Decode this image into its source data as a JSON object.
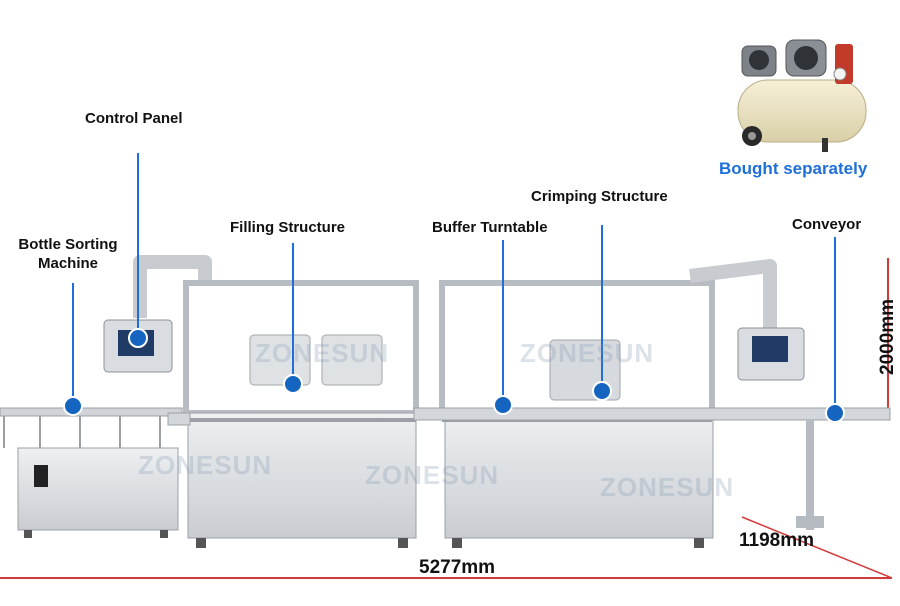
{
  "labels": {
    "control_panel": "Control Panel",
    "bottle_sorting_line1": "Bottle Sorting",
    "bottle_sorting_line2": "Machine",
    "filling_structure": "Filling Structure",
    "buffer_turntable": "Buffer Turntable",
    "crimping_structure": "Crimping Structure",
    "conveyor": "Conveyor",
    "bought_separately": "Bought separately"
  },
  "dimensions": {
    "length": "5277mm",
    "width": "1198mm",
    "height": "2000mm"
  },
  "watermark": "ZONESUN",
  "colors": {
    "accent_blue": "#1E6FD9",
    "marker_blue": "#1565C0",
    "dimension_red": "#D23A3A"
  }
}
